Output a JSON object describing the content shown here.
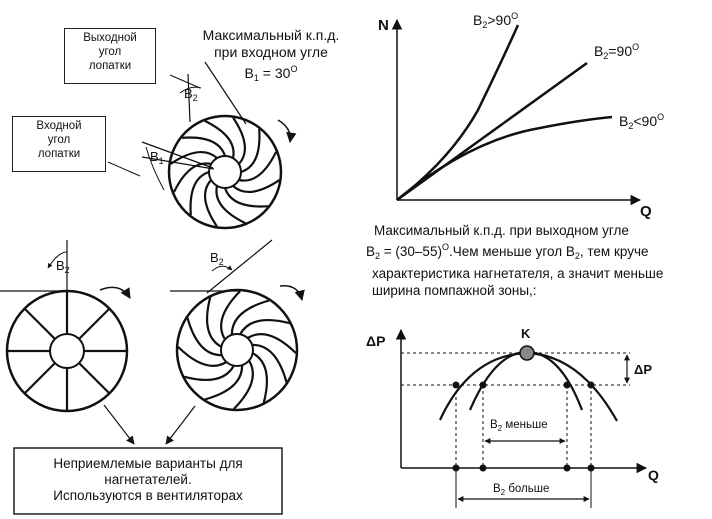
{
  "callouts": {
    "outlet": [
      "Выходной",
      "угол",
      "лопатки"
    ],
    "inlet": [
      "Входной",
      "угол",
      "лопатки"
    ]
  },
  "max_inlet": {
    "line1": "Максимальный к.п.д.",
    "line2": "при входном угле",
    "angle_sym": "B",
    "angle_sub": "1",
    "angle_eq": " =  30",
    "deg": "O"
  },
  "impeller_labels": {
    "b2": "B",
    "b2_sub": "2",
    "b1": "B",
    "b1_sub": "1"
  },
  "unacceptable_box": [
    "Неприемлемые варианты для",
    "нагнетателей.",
    "Используются в вентиляторах"
  ],
  "chart_top": {
    "y_axis": "N",
    "x_axis": "Q",
    "curve_gt": {
      "sym": "B",
      "sub": "2",
      "rel": ">90",
      "deg": "O"
    },
    "curve_eq": {
      "sym": "B",
      "sub": "2",
      "rel": "=90",
      "deg": "O"
    },
    "curve_lt": {
      "sym": "B",
      "sub": "2",
      "rel": "<90",
      "deg": "O"
    }
  },
  "paragraph": {
    "line1": "Максимальный  к.п.д.  при выходном угле",
    "line2_a": "B",
    "line2_sub": "2",
    "line2_b": " = (30–55)",
    "line2_deg": "O",
    "line2_c": ".Чем  меньше  угол  B",
    "line2_sub2": "2",
    "line2_d": ",  тем  круче",
    "line3": "характеристика нагнетателя, а значит меньше",
    "line4": "ширина помпажной зоны,:"
  },
  "chart_bottom": {
    "y_axis": "ΔP",
    "x_axis": "Q",
    "peak": "K",
    "delta_p": "ΔP",
    "narrow": {
      "sym": "B",
      "sub": "2",
      "text": " меньше"
    },
    "wide": {
      "sym": "B",
      "sub": "2",
      "text": " больше"
    }
  }
}
